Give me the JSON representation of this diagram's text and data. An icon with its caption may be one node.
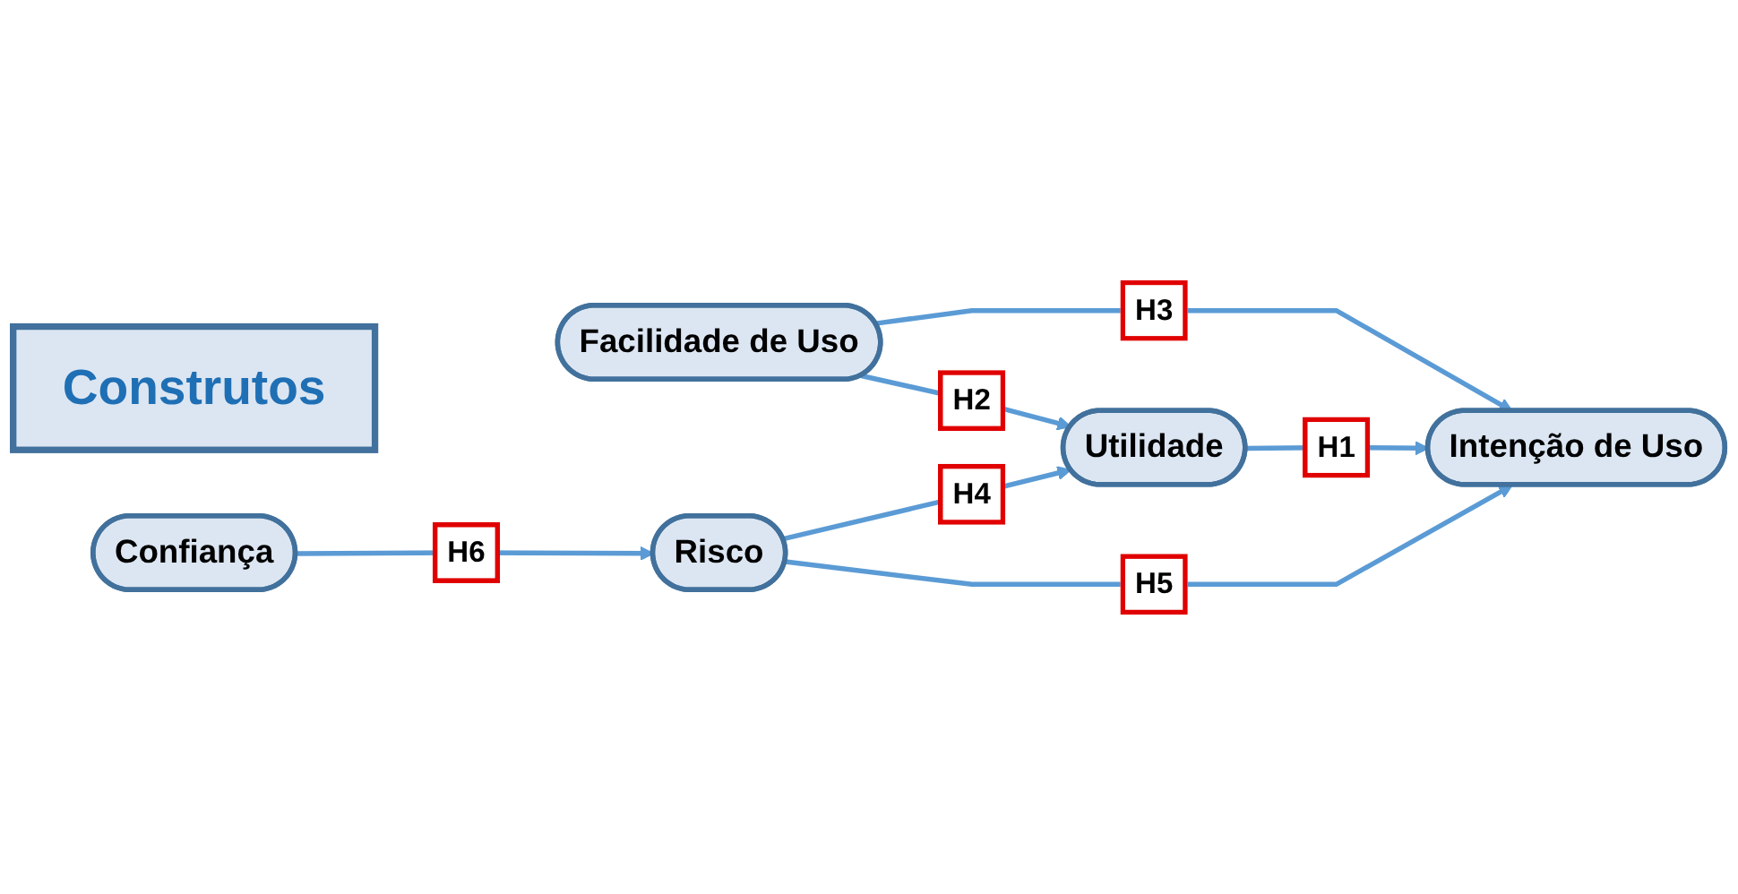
{
  "diagram": {
    "nodes": [
      {
        "text": [
          "Construtos"
        ]
      },
      {
        "text": [
          "Facilidade de Uso"
        ]
      },
      {
        "text": [
          "Utilidade"
        ]
      },
      {
        "text": [
          "Intenção de Uso"
        ]
      },
      {
        "text": [
          "Confiança"
        ]
      },
      {
        "text": [
          "Risco"
        ]
      }
    ],
    "edges": [
      {
        "from": 1,
        "to": 3,
        "arrow": "to",
        "label": "H3"
      },
      {
        "from": 1,
        "to": 2,
        "arrow": "to",
        "label": "H2"
      },
      {
        "from": 2,
        "to": 3,
        "arrow": "to",
        "label": "H1"
      },
      {
        "from": 5,
        "to": 2,
        "arrow": "to",
        "label": "H4"
      },
      {
        "from": 4,
        "to": 5,
        "arrow": "to",
        "label": "H6"
      },
      {
        "from": 5,
        "to": 3,
        "arrow": "to",
        "label": "H5"
      }
    ]
  }
}
